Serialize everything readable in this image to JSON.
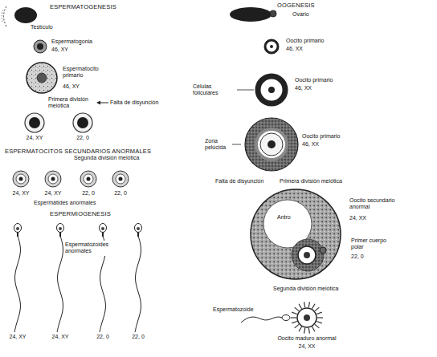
{
  "diagram": {
    "nodes": [
      {
        "text": [
          "Testículo"
        ]
      },
      {
        "text": [
          "Espermatogonia",
          "46, XY"
        ]
      },
      {
        "text": [
          "Espermatocito primario",
          "46, XY"
        ]
      },
      {
        "text": [
          "24, XY"
        ]
      },
      {
        "text": [
          "22, 0"
        ]
      },
      {
        "text": [
          "24, XY"
        ]
      },
      {
        "text": [
          "24, XY"
        ]
      },
      {
        "text": [
          "22, 0"
        ]
      },
      {
        "text": [
          "22, 0"
        ]
      },
      {
        "text": [
          "24, XY"
        ]
      },
      {
        "text": [
          "24, XY"
        ]
      },
      {
        "text": [
          "22, 0"
        ]
      },
      {
        "text": [
          "22, 0"
        ]
      },
      {
        "text": [
          "Ovario"
        ]
      },
      {
        "text": [
          "Oocito primario",
          "46, XX"
        ]
      },
      {
        "text": [
          "Oocito primario",
          "46, XX"
        ]
      },
      {
        "text": [
          "Oocito primario",
          "46, XX"
        ]
      },
      {
        "text": [
          "Oocito secundario anormal",
          "24, XX"
        ]
      },
      {
        "text": [
          "Primer cuerpo polar",
          "22, 0"
        ]
      },
      {
        "text": [
          "Oocito maduro anormal",
          "24, XX"
        ]
      }
    ],
    "labels": [
      "ESPERMATOGENESIS",
      "Primera división meiótica",
      "Falta de disyunción",
      "ESPERMATOCITOS SECUNDARIOS ANORMALES",
      "Segunda división meiótica",
      "Espermátides anormales",
      "ESPERMIOGENESIS",
      "Espermatozoides anormales",
      "OOGENESIS",
      "Células foliculares",
      "Zona pelúcida",
      "Falta de disyunción",
      "Primera división meiótica",
      "Antro",
      "Segunda división meiótica",
      "Espermatozoide"
    ]
  }
}
